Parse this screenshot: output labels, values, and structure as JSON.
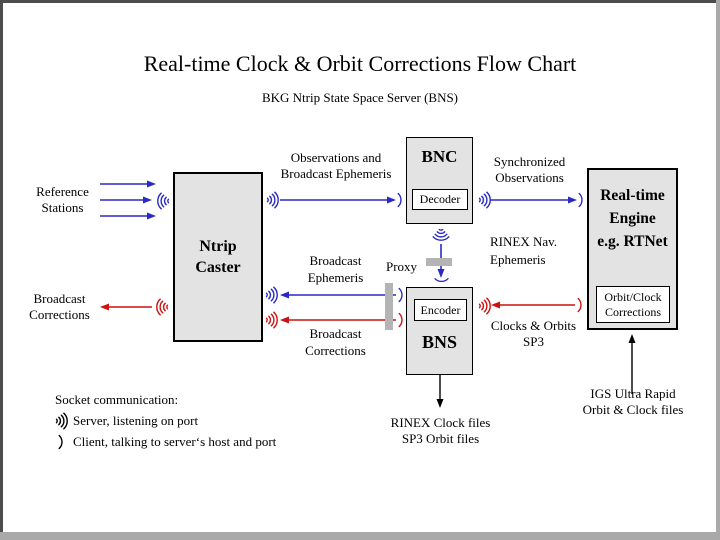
{
  "title": "Real-time Clock & Orbit Corrections Flow Chart",
  "subtitle": "BKG Ntrip State Space Server (BNS)",
  "colors": {
    "blue": "#2a2ac2",
    "red": "#cc1111",
    "box_fill": "#e3e3e3",
    "bar_gray": "#b4b4b4",
    "frame_dark": "#4d4d4d",
    "frame_light": "#a9a9a9"
  },
  "boxes": {
    "ntrip_caster": {
      "line1": "Ntrip",
      "line2": "Caster"
    },
    "bnc": {
      "title": "BNC",
      "sub": "Decoder"
    },
    "bns": {
      "title": "BNS",
      "sub": "Encoder"
    },
    "engine": {
      "line1": "Real-time",
      "line2": "Engine",
      "line3": "e.g. RTNet",
      "sub_line1": "Orbit/Clock",
      "sub_line2": "Corrections"
    }
  },
  "labels": {
    "reference_stations": {
      "line1": "Reference",
      "line2": "Stations"
    },
    "broadcast_corrections_left": {
      "line1": "Broadcast",
      "line2": "Corrections"
    },
    "observations": {
      "line1": "Observations and",
      "line2": "Broadcast Ephemeris"
    },
    "synchronized": {
      "line1": "Synchronized",
      "line2": "Observations"
    },
    "rinex_nav": {
      "line1": "RINEX Nav.",
      "line2": "Ephemeris"
    },
    "proxy": "Proxy",
    "broadcast_ephemeris_mid": {
      "line1": "Broadcast",
      "line2": "Ephemeris"
    },
    "broadcast_corrections_mid": {
      "line1": "Broadcast",
      "line2": "Corrections"
    },
    "clocks_orbits": {
      "line1": "Clocks & Orbits",
      "line2": "SP3"
    },
    "rinex_files": {
      "line1": "RINEX Clock files",
      "line2": "SP3 Orbit files"
    },
    "igs": {
      "line1": "IGS Ultra Rapid",
      "line2": "Orbit & Clock files"
    }
  },
  "legend": {
    "title": "Socket communication:",
    "items": [
      {
        "icon": "socket-server-icon",
        "label": "Server, listening on port"
      },
      {
        "icon": "socket-client-icon",
        "label": "Client, talking to server‘s host and port"
      }
    ]
  }
}
